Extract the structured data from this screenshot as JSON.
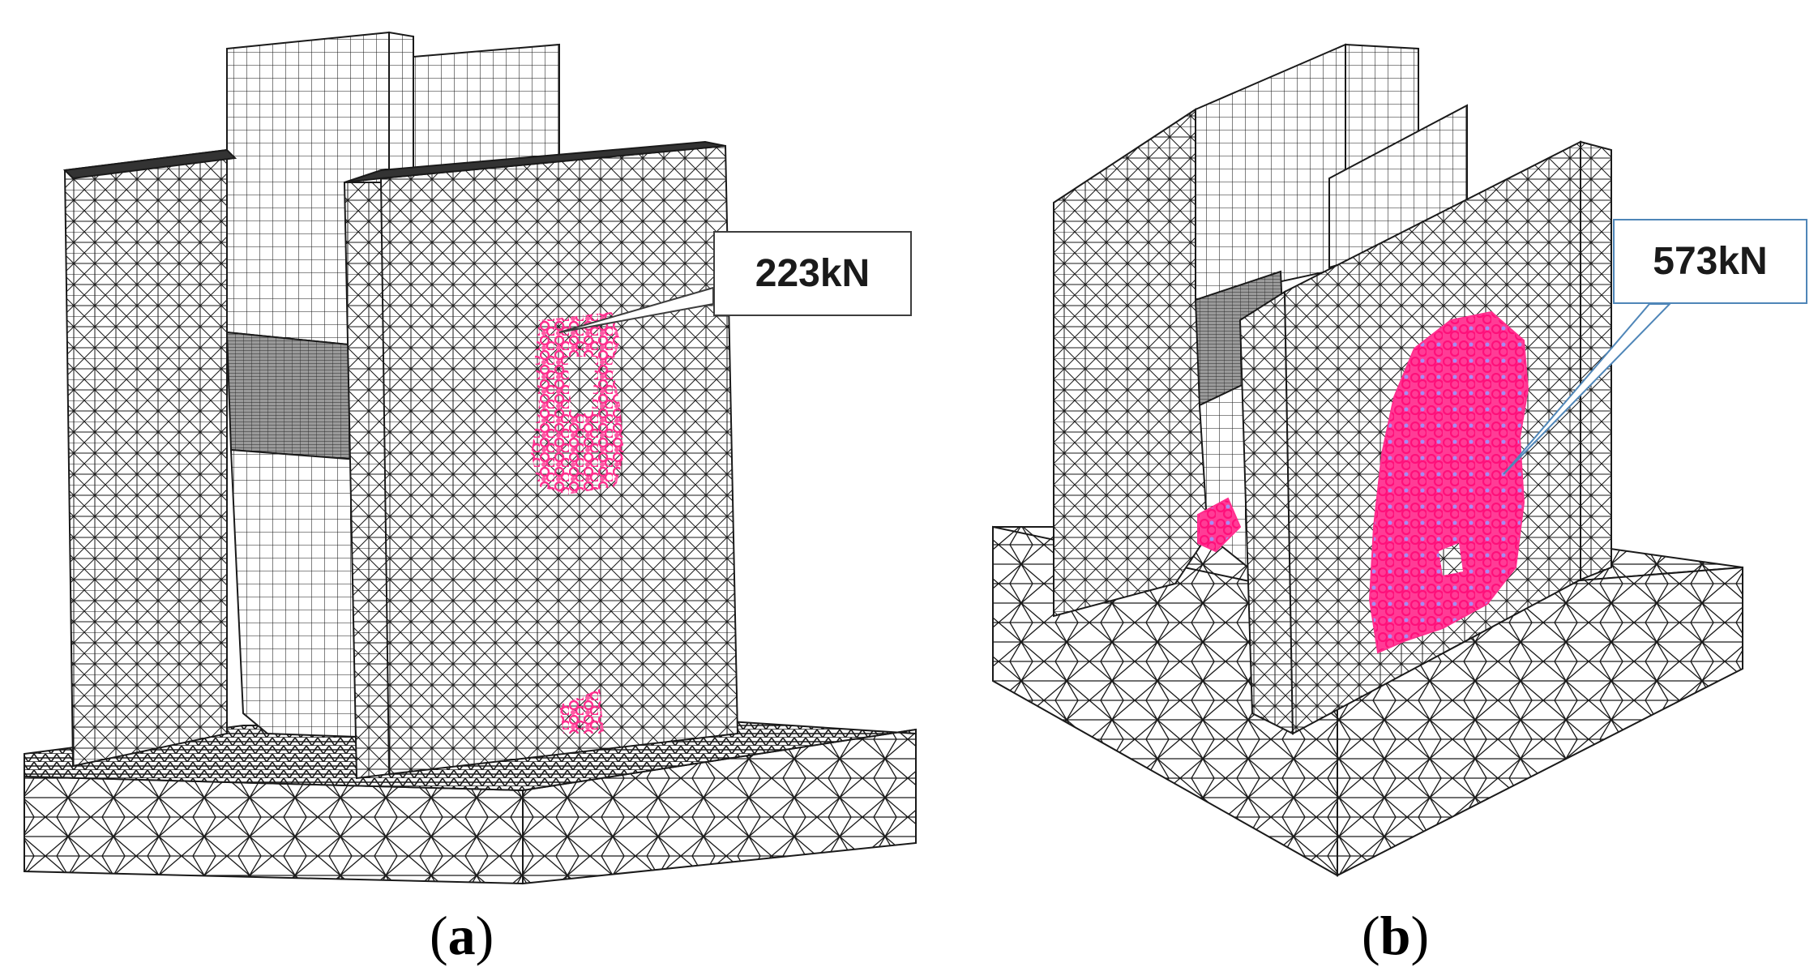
{
  "panels": [
    {
      "id": "a",
      "caption_open": "(",
      "caption_letter": "a",
      "caption_close": ")",
      "callout": "223kN",
      "callout_color": "#3d3d3d"
    },
    {
      "id": "b",
      "caption_open": "(",
      "caption_letter": "b",
      "caption_close": ")",
      "callout": "573kN",
      "callout_color": "#4f86b8"
    }
  ],
  "colors": {
    "mesh_line": "#1a1a1a",
    "fine_mesh": "#555555",
    "crack_marker": "#ff2f8e",
    "crack_marker_secondary": "#a07cf0",
    "background": "#ffffff"
  }
}
